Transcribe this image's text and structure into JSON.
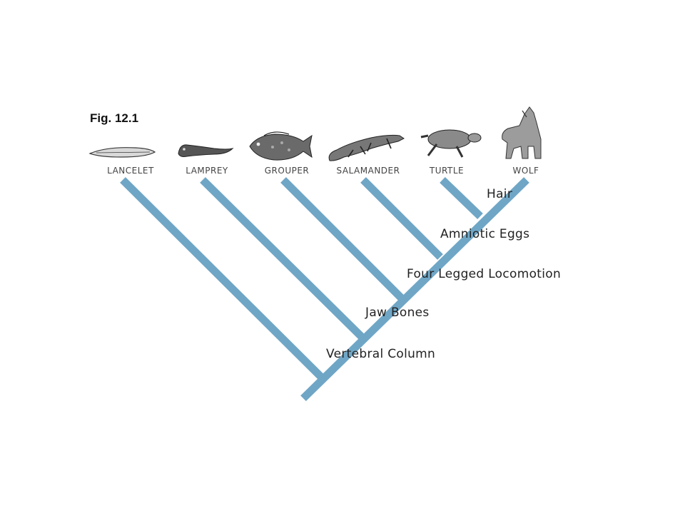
{
  "figure": {
    "title": "Fig. 12.1"
  },
  "taxa": [
    {
      "label": "LANCELET",
      "icon": "lancelet-icon"
    },
    {
      "label": "LAMPREY",
      "icon": "lamprey-icon"
    },
    {
      "label": "GROUPER",
      "icon": "grouper-icon"
    },
    {
      "label": "SALAMANDER",
      "icon": "salamander-icon"
    },
    {
      "label": "TURTLE",
      "icon": "turtle-icon"
    },
    {
      "label": "WOLF",
      "icon": "wolf-icon"
    }
  ],
  "traits": [
    {
      "label": "Hair"
    },
    {
      "label": "Amniotic Eggs"
    },
    {
      "label": "Four Legged Locomotion"
    },
    {
      "label": "Jaw Bones"
    },
    {
      "label": "Vertebral Column"
    }
  ],
  "colors": {
    "branch": "#6fa6c6",
    "animal": "#3a3a3a"
  }
}
